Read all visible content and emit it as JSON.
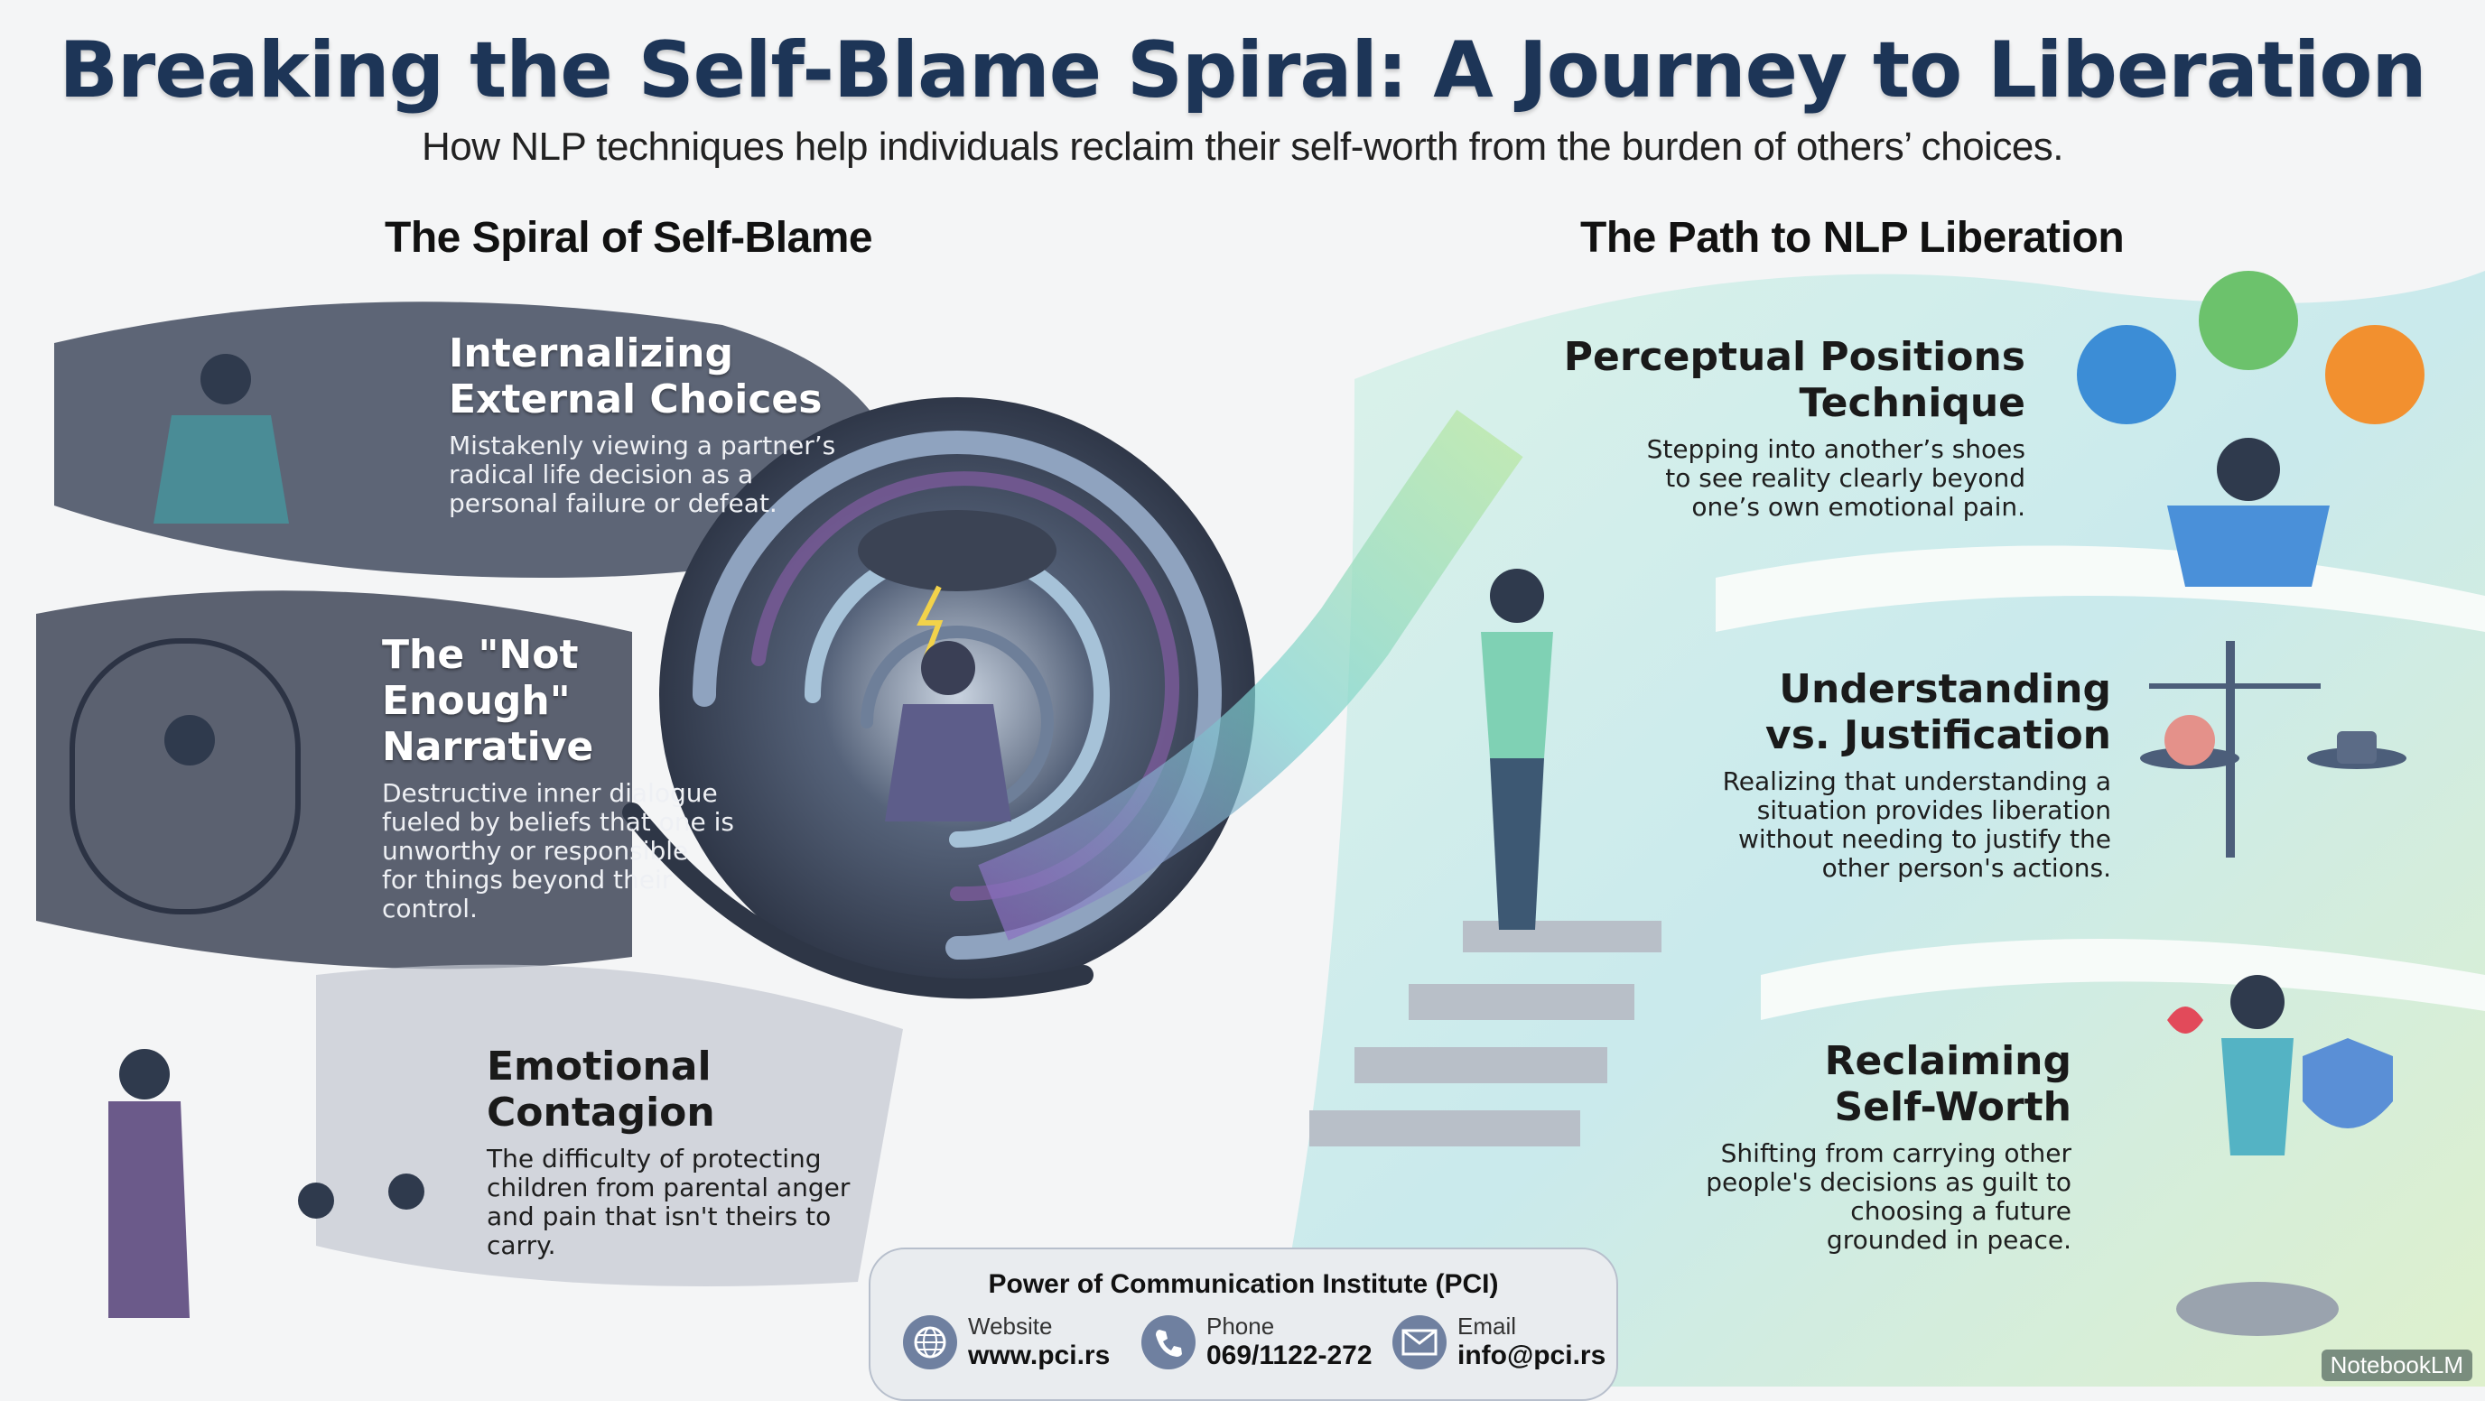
{
  "header": {
    "title": "Breaking the Self-Blame Spiral: A Journey to Liberation",
    "subtitle": "How NLP techniques help individuals reclaim their self-worth from the burden of others’ choices."
  },
  "left": {
    "heading": "The Spiral of Self-Blame",
    "items": [
      {
        "title": [
          "Internalizing",
          "External Choices"
        ],
        "body": [
          "Mistakenly viewing a partner’s",
          "radical life decision as a",
          "personal failure or defeat."
        ]
      },
      {
        "title": [
          "The \"Not",
          "Enough\"",
          "Narrative"
        ],
        "body": [
          "Destructive inner dialogue",
          "fueled by beliefs that one is",
          "unworthy or responsible",
          "for things beyond their",
          "control."
        ]
      },
      {
        "title": [
          "Emotional",
          "Contagion"
        ],
        "body": [
          "The difficulty of protecting",
          "children from parental anger",
          "and pain that isn't theirs to",
          "carry."
        ]
      }
    ]
  },
  "right": {
    "heading": "The Path to NLP Liberation",
    "items": [
      {
        "title": [
          "Perceptual Positions",
          "Technique"
        ],
        "body": [
          "Stepping into another’s shoes",
          "to see reality clearly beyond",
          "one’s own emotional pain."
        ]
      },
      {
        "title": [
          "Understanding",
          "vs. Justification"
        ],
        "body": [
          "Realizing that understanding a",
          "situation provides liberation",
          "without needing to justify the",
          "other person's actions."
        ]
      },
      {
        "title": [
          "Reclaiming",
          "Self-Worth"
        ],
        "body": [
          "Shifting from carrying other",
          "people's decisions as guilt to",
          "choosing a future",
          "grounded in peace."
        ]
      }
    ]
  },
  "footer": {
    "org": "Power of Communication Institute (PCI)",
    "contacts": [
      {
        "icon": "globe-icon",
        "label": "Website",
        "value": "www.pci.rs"
      },
      {
        "icon": "phone-icon",
        "label": "Phone",
        "value": "069/1122-272"
      },
      {
        "icon": "mail-icon",
        "label": "Email",
        "value": "info@pci.rs"
      }
    ]
  },
  "badge": "NotebookLM",
  "colors": {
    "title": "#1d3557",
    "spiral": "#4a5468",
    "liberation": "#9fd8c8"
  }
}
